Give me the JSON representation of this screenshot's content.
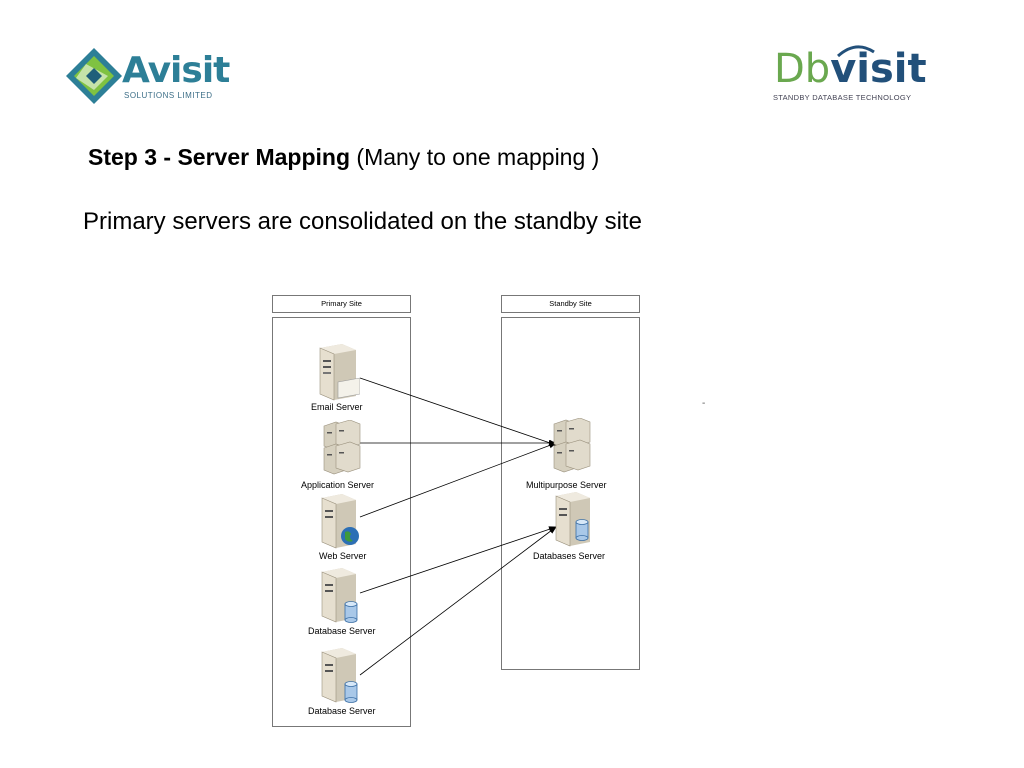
{
  "logos": {
    "avisit": {
      "name": "Avisit",
      "tagline": "SOLUTIONS LIMITED"
    },
    "dbvisit": {
      "name_part1": "Db",
      "name_part2": "visit",
      "tagline": "STANDBY DATABASE TECHNOLOGY"
    }
  },
  "heading": {
    "bold": "Step 3 - Server Mapping",
    "normal": "(Many to one mapping )"
  },
  "subtitle": "Primary servers are consolidated on the standby site",
  "stray_mark": "-",
  "diagram": {
    "primary_site": {
      "title": "Primary Site",
      "servers": [
        {
          "label": "Email Server",
          "icon": "email-server-icon"
        },
        {
          "label": "Application Server",
          "icon": "application-server-icon"
        },
        {
          "label": "Web Server",
          "icon": "web-server-icon"
        },
        {
          "label": "Database Server",
          "icon": "database-server-icon"
        },
        {
          "label": "Database Server",
          "icon": "database-server-icon"
        }
      ]
    },
    "standby_site": {
      "title": "Standby Site",
      "servers": [
        {
          "label": "Multipurpose Server",
          "icon": "multipurpose-server-icon"
        },
        {
          "label": "Databases Server",
          "icon": "database-server-icon"
        }
      ]
    },
    "mappings": [
      {
        "from": "Email Server",
        "to": "Multipurpose Server"
      },
      {
        "from": "Application Server",
        "to": "Multipurpose Server"
      },
      {
        "from": "Web Server",
        "to": "Multipurpose Server"
      },
      {
        "from": "Database Server",
        "to": "Databases Server"
      },
      {
        "from": "Database Server",
        "to": "Databases Server"
      }
    ]
  },
  "colors": {
    "avisit_blue": "#2d7f97",
    "avisit_green": "#7fc241",
    "dbvisit_green": "#6aa84f",
    "dbvisit_navy": "#22507a",
    "box_border": "#777777"
  }
}
